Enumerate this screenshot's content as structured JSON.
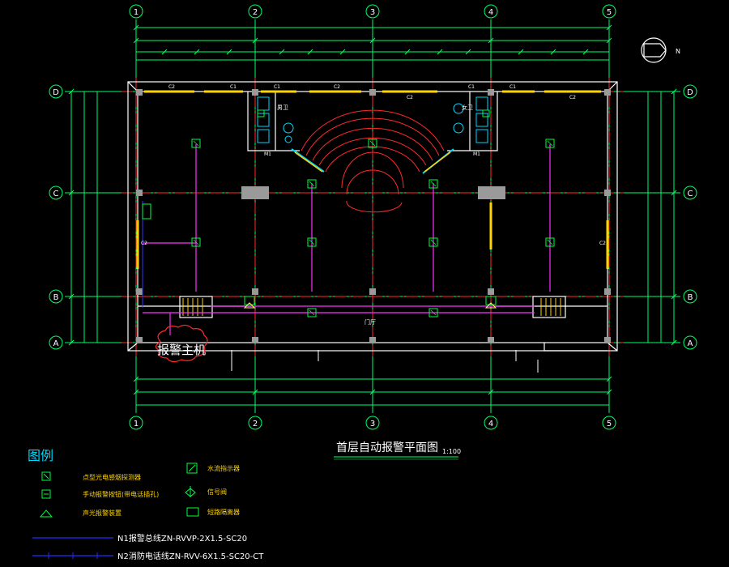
{
  "drawing": {
    "title": "首层自动报警平面图",
    "scale": "1:100",
    "alarm_host_label": "报警主机",
    "room_labels": {
      "men": "男卫",
      "women": "女卫",
      "lobby": "门厅"
    },
    "door_labels": {
      "m1_left": "M1",
      "m1_right": "M1"
    },
    "window_labels": [
      "C2",
      "C1",
      "C1",
      "C2",
      "C2",
      "C1",
      "C1",
      "C2",
      "C2",
      "C2"
    ]
  },
  "grid": {
    "columns": [
      "1",
      "2",
      "3",
      "4",
      "5"
    ],
    "rows": [
      "D",
      "C",
      "B",
      "A"
    ]
  },
  "north_arrow": {
    "label": "N"
  },
  "legend": {
    "heading": "图例",
    "items": [
      {
        "icon": "smoke-detector-icon",
        "text": "点型光电感烟探测器"
      },
      {
        "icon": "manual-alarm-button-icon",
        "text": "手动报警按钮(带电话插孔)"
      },
      {
        "icon": "sound-light-alarm-icon",
        "text": "声光报警装置"
      },
      {
        "icon": "water-flow-indicator-icon",
        "text": "水流指示器"
      },
      {
        "icon": "signal-valve-icon",
        "text": "信号阀"
      },
      {
        "icon": "input-module-icon",
        "text": "短路隔离器"
      }
    ],
    "lines": [
      {
        "color": "#2a2aff",
        "text": "N1报警总线ZN-RVVP-2X1.5-SC20"
      },
      {
        "color": "#2a2aff",
        "text": "N2消防电话线ZN-RVV-6X1.5-SC20-CT"
      }
    ]
  },
  "colors": {
    "background": "#000000",
    "axis": "#ff2a2a",
    "dimension": "#00ff66",
    "wall": "#ffffff",
    "wire": "#ff30ff",
    "device": "#00ff3c",
    "plumbing": "#00d8ff",
    "window": "#ffd400",
    "title": "#ffffff"
  }
}
